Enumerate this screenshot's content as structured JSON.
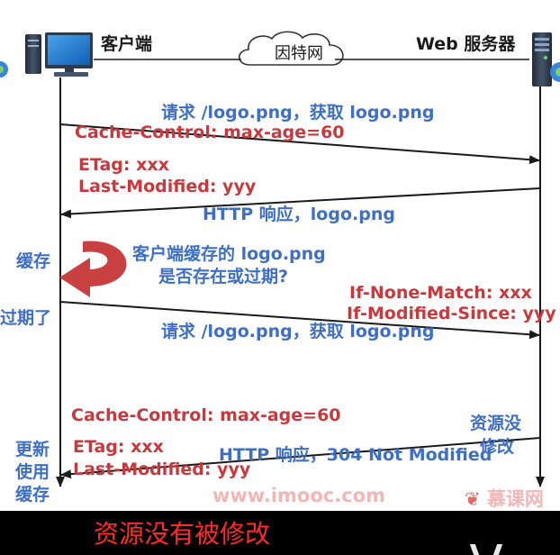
{
  "actors": {
    "client": "客户端",
    "internet": "因特网",
    "server": "Web 服务器"
  },
  "messages": {
    "req1": "请求 /logo.png，获取 logo.png",
    "resp1_header_cc": "Cache-Control: max-age=60",
    "resp1_header_etag": "ETag: xxx",
    "resp1_header_lm": "Last-Modified: yyy",
    "resp1": "HTTP 响应，logo.png",
    "cache_label": "缓存",
    "check_line1": "客户端缓存的 logo.png",
    "check_line2": "是否存在或过期?",
    "expired_label": "过期了",
    "req2_header_inm": "If-None-Match: xxx",
    "req2_header_ims": "If-Modified-Since: yyy",
    "req2": "请求 /logo.png，获取 logo.png",
    "server_label_1": "资源没",
    "server_label_2": "修改",
    "resp2_header_cc": "Cache-Control: max-age=60",
    "resp2_header_etag": "ETag: xxx",
    "resp2_header_lm": "Last-Modified: yyy",
    "resp2": "HTTP 响应，304 Not Modified",
    "update_label_1": "更新",
    "update_label_2": "使用",
    "update_label_3": "缓存"
  },
  "watermark": {
    "site": "www.imooc.com",
    "brand": "慕课网"
  },
  "subtitle": "资源没有被修改",
  "colors": {
    "blue_text": "#3e6fc2",
    "red_text": "#c7393d",
    "line": "#1a1a1a",
    "arrow_red": "#c94040",
    "subtitle": "#ff2a2a"
  }
}
